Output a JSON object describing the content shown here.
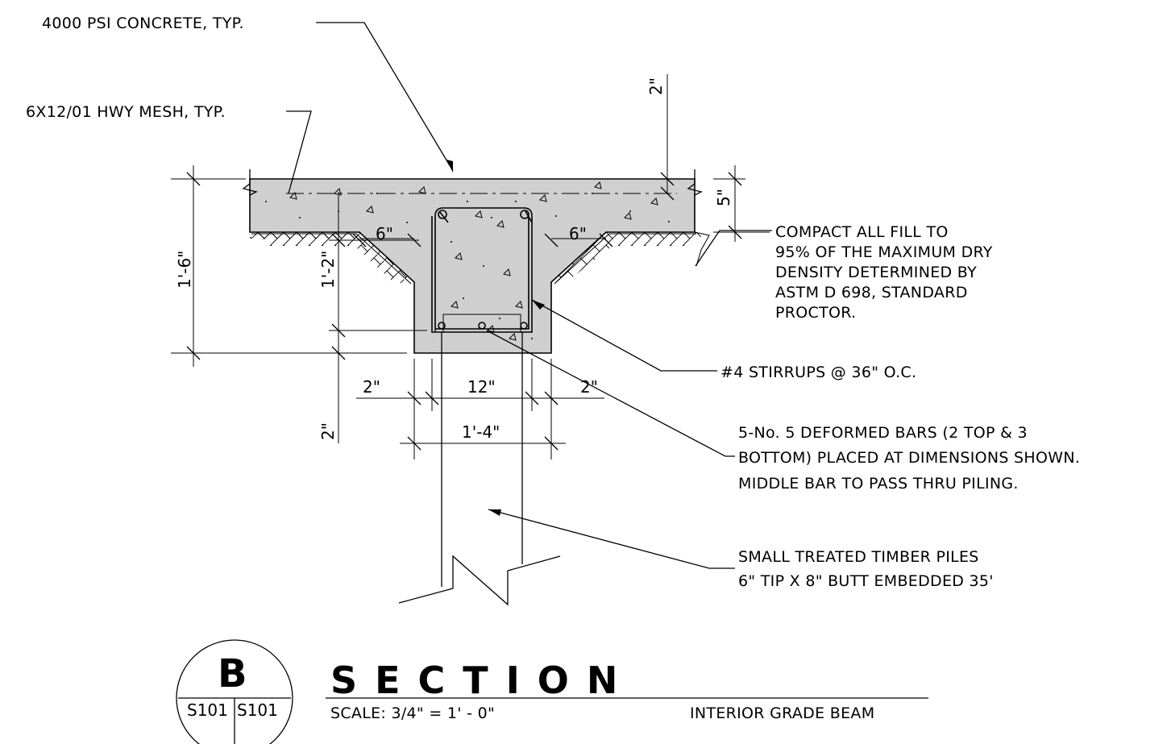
{
  "notes": {
    "concrete": "4000 PSI CONCRETE, TYP.",
    "mesh": "6X12/01  HWY MESH, TYP.",
    "fill": [
      "COMPACT ALL FILL TO",
      "95% OF THE MAXIMUM DRY",
      "DENSITY DETERMINED BY",
      "ASTM D 698, STANDARD",
      "PROCTOR."
    ],
    "stirrups": "#4 STIRRUPS @ 36\" O.C.",
    "bars": [
      "5-No. 5 DEFORMED BARS (2 TOP & 3",
      "BOTTOM) PLACED AT DIMENSIONS SHOWN.",
      "MIDDLE BAR TO PASS THRU PILING."
    ],
    "piles": [
      "SMALL TREATED TIMBER PILES",
      "6\" TIP X 8\" BUTT EMBEDDED 35'"
    ]
  },
  "dimensions": {
    "top_cover": "2\"",
    "slab_thickness": "5\"",
    "overall_height": "1'-6\"",
    "beam_height": "1'-2\"",
    "haunch_left": "6\"",
    "haunch_right": "6\"",
    "bottom_cover": "2\"",
    "side_left": "2\"",
    "core_width": "12\"",
    "side_right": "2\"",
    "beam_width": "1'-4\""
  },
  "title_block": {
    "detail_letter": "B",
    "sheet_left": "S101",
    "sheet_right": "S101",
    "title": "SECTION",
    "scale": "SCALE:  3/4\" = 1' - 0\"",
    "description": "INTERIOR GRADE BEAM"
  }
}
